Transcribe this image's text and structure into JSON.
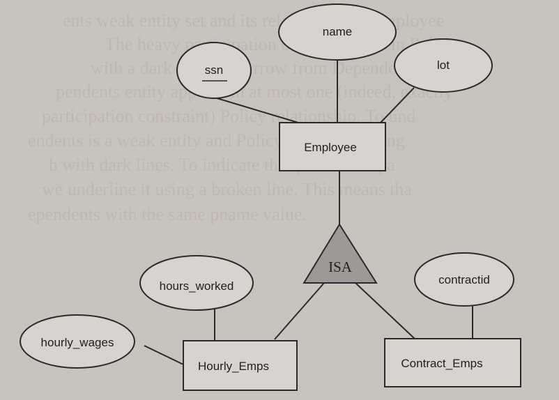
{
  "colors": {
    "paper": "#c9c3bd",
    "shape_fill": "#d8d3ce",
    "isa_fill": "#9c9996",
    "ink": "#2a2a2a"
  },
  "diagram": {
    "attributes": {
      "ssn": "ssn",
      "name": "name",
      "lot": "lot",
      "hours_worked": "hours_worked",
      "hourly_wages": "hourly_wages",
      "contractid": "contractid"
    },
    "entities": {
      "employee": "Employee",
      "hourly_emps": "Hourly_Emps",
      "contract_emps": "Contract_Emps"
    },
    "isa": "ISA"
  }
}
